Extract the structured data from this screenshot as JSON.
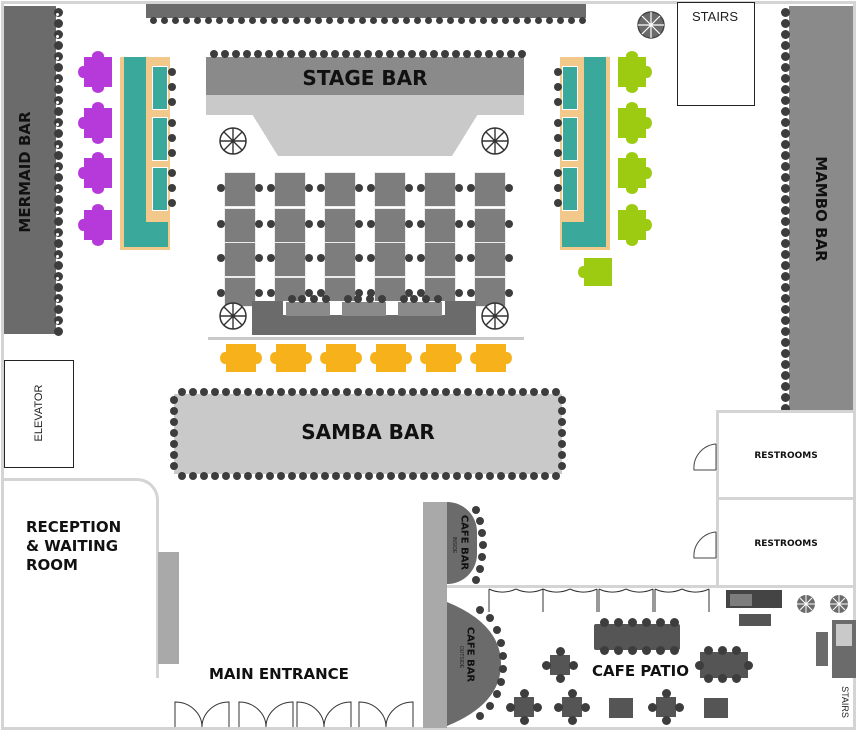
{
  "title": "Venue Floor Plan",
  "areas": {
    "stage_bar": "STAGE BAR",
    "mermaid_bar": "MERMAID BAR",
    "mambo_bar": "MAMBO BAR",
    "samba_bar": "SAMBA BAR",
    "stairs_top": "STAIRS",
    "stairs_bottom": "STAIRS",
    "elevator": "ELEVATOR",
    "reception": "RECEPTION & WAITING ROOM",
    "main_entrance": "MAIN ENTRANCE",
    "cafe_bar_inside": "CAFE BAR",
    "cafe_bar_inside_sub": "INSIDE",
    "cafe_bar_outside": "CAFE BAR",
    "cafe_bar_outside_sub": "OUTSIDE",
    "cafe_patio": "CAFE PATIO",
    "restrooms_1": "RESTROOMS",
    "restrooms_2": "RESTROOMS"
  },
  "colors": {
    "dark_bar": "#6b6b6b",
    "light_bar": "#c9c9c9",
    "teal": "#3aa99c",
    "purple": "#b63ad9",
    "lime": "#9dcb12",
    "orange": "#f7b21b",
    "tan": "#f2c98a"
  },
  "icons": {
    "planter": "planter-icon",
    "door": "door-swing-icon"
  }
}
